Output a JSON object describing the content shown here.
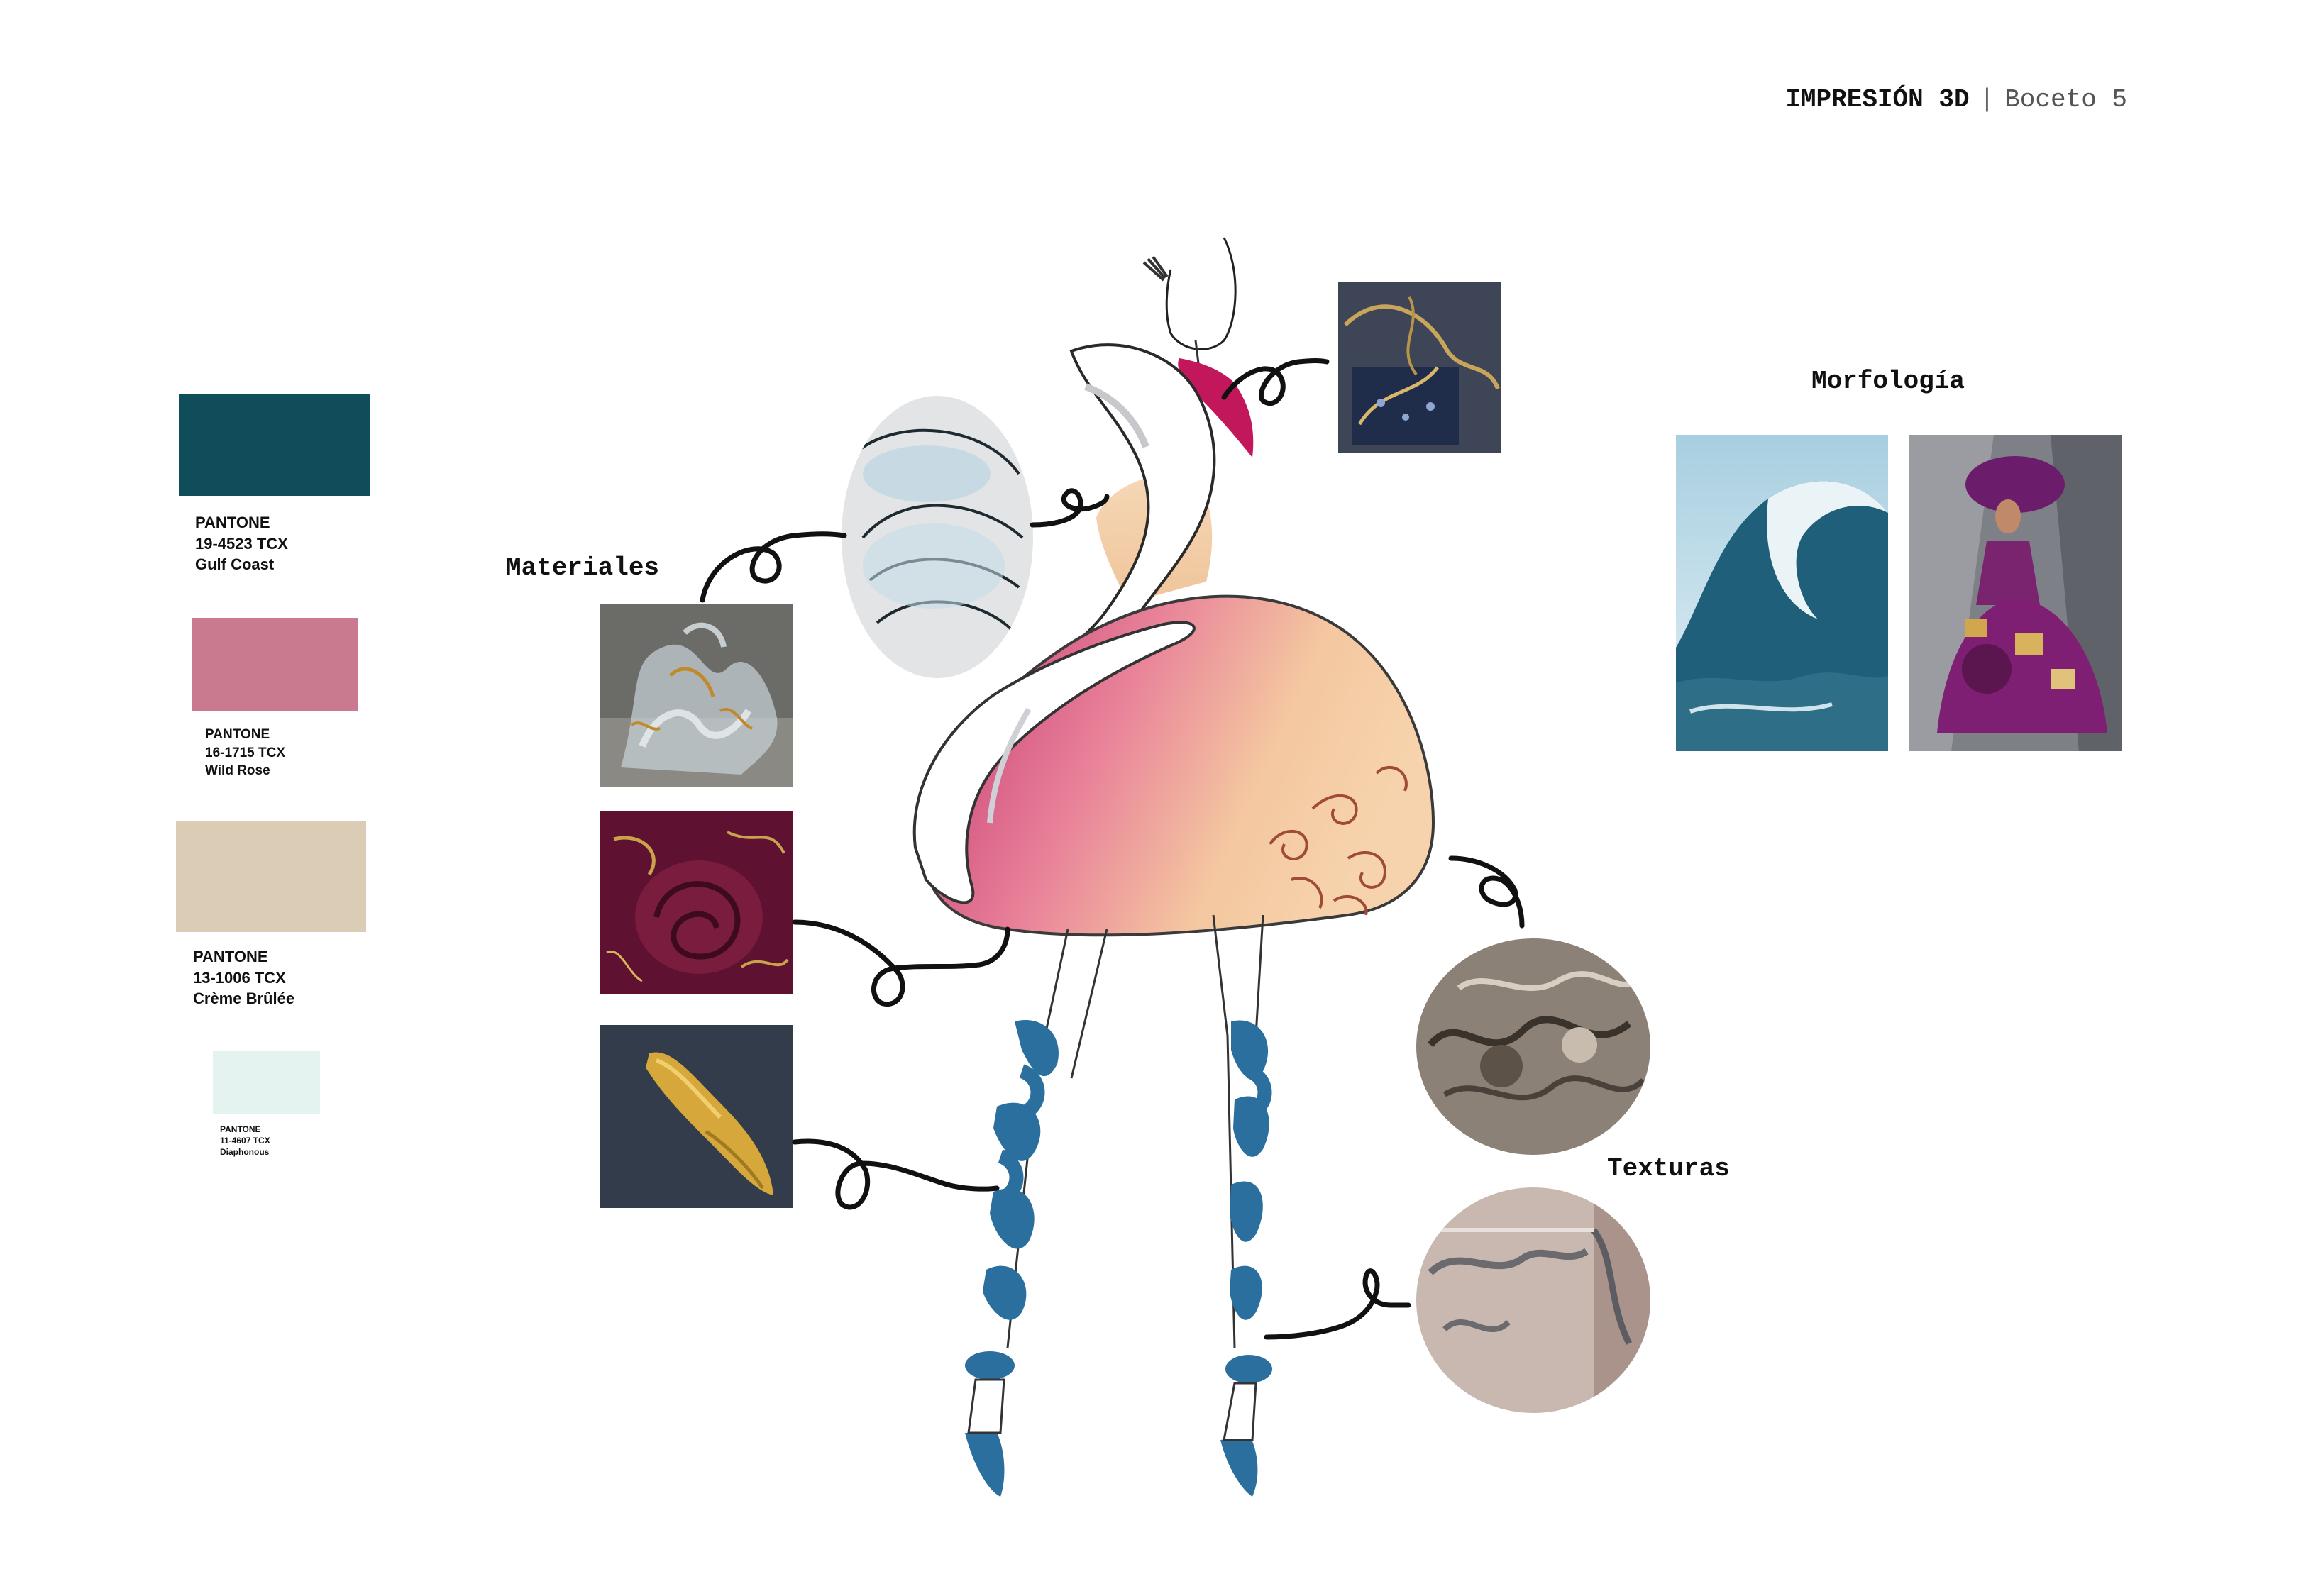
{
  "header": {
    "title": "IMPRESIÓN 3D",
    "separator": "|",
    "subtitle": "Boceto 5"
  },
  "sections": {
    "materiales": "Materiales",
    "morfologia": "Morfología",
    "texturas": "Texturas"
  },
  "palette": [
    {
      "brand": "PANTONE",
      "code": "19-4523 TCX",
      "name": "Gulf Coast",
      "color": "#0f4d5a"
    },
    {
      "brand": "PANTONE",
      "code": "16-1715 TCX",
      "name": "Wild Rose",
      "color": "#c97a8f"
    },
    {
      "brand": "PANTONE",
      "code": "13-1006 TCX",
      "name": "Crème Brûlée",
      "color": "#dbccb5"
    },
    {
      "brand": "PANTONE",
      "code": "11-4607 TCX",
      "name": "Diaphonous",
      "color": "#e4f2f0"
    }
  ],
  "colors": {
    "ink": "#111111",
    "dress_pink": "#c5457e",
    "dress_peach": "#f2c99c",
    "boot_blue": "#2a6f9e",
    "burgundy": "#6e1836",
    "gold": "#d6a73a"
  }
}
